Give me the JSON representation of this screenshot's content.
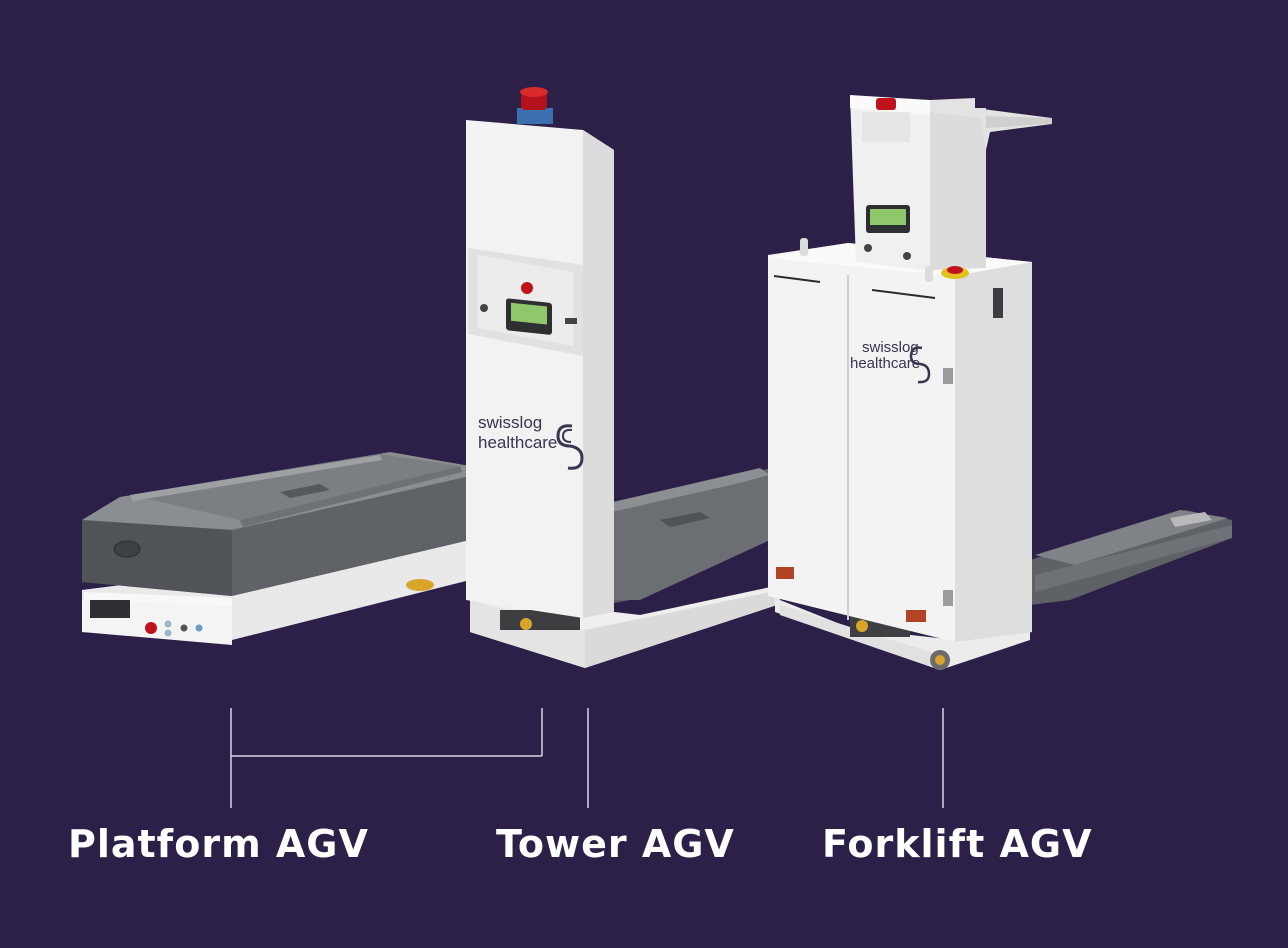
{
  "labels": {
    "platform": "Platform AGV",
    "tower": "Tower AGV",
    "forklift": "Forklift AGV"
  },
  "branding": {
    "line1": "swisslog",
    "line2": "healthcare"
  },
  "colors": {
    "background": "#2c1f48",
    "label_text": "#ffffff",
    "leader_line": "#d8d4e2",
    "robot_white": "#f3f3f3",
    "robot_grey": "#6b6e72",
    "emergency_red": "#c0121b",
    "display_green": "#8fc86a"
  }
}
